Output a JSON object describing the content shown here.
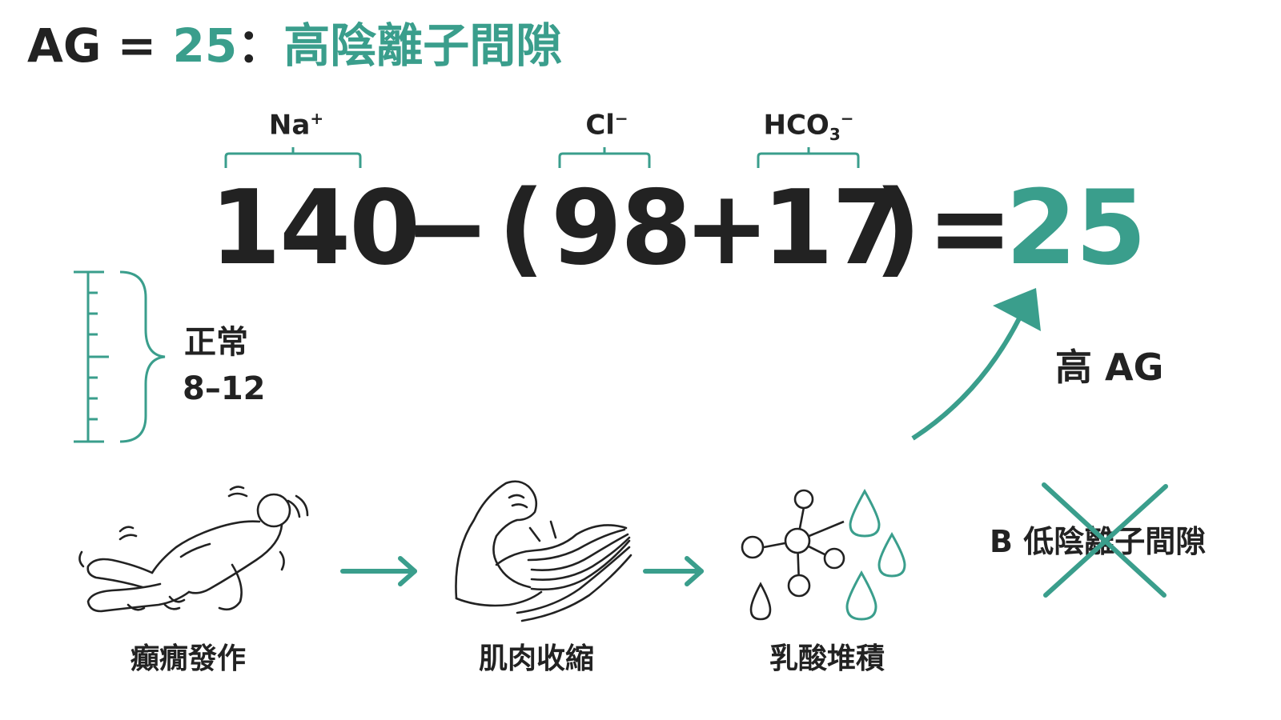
{
  "title": {
    "lhs": "AG = ",
    "value": "25",
    "sep": "：",
    "desc": "高陰離子間隙"
  },
  "ions": {
    "na": {
      "base": "Na",
      "sup": "+"
    },
    "cl": {
      "base": "Cl",
      "sup": "−"
    },
    "hco3": {
      "base": "HCO",
      "sub": "3",
      "sup": "−"
    }
  },
  "equation": {
    "na": "140",
    "minus": "−",
    "lparen": "(",
    "cl": "98",
    "plus": "+",
    "hco3": "17",
    "rparen": ")",
    "equals": "=",
    "result": "25"
  },
  "normal": {
    "label": "正常",
    "range": "8–12"
  },
  "high_ag": "高 AG",
  "option_b": "B 低陰離子間隙",
  "sequence": [
    "癲癇發作",
    "肌肉收縮",
    "乳酸堆積"
  ],
  "colors": {
    "accent": "#3a9e8c",
    "text": "#222222"
  },
  "icons": [
    "seizure-person-icon",
    "flexed-muscle-icon",
    "molecule-drops-icon"
  ]
}
